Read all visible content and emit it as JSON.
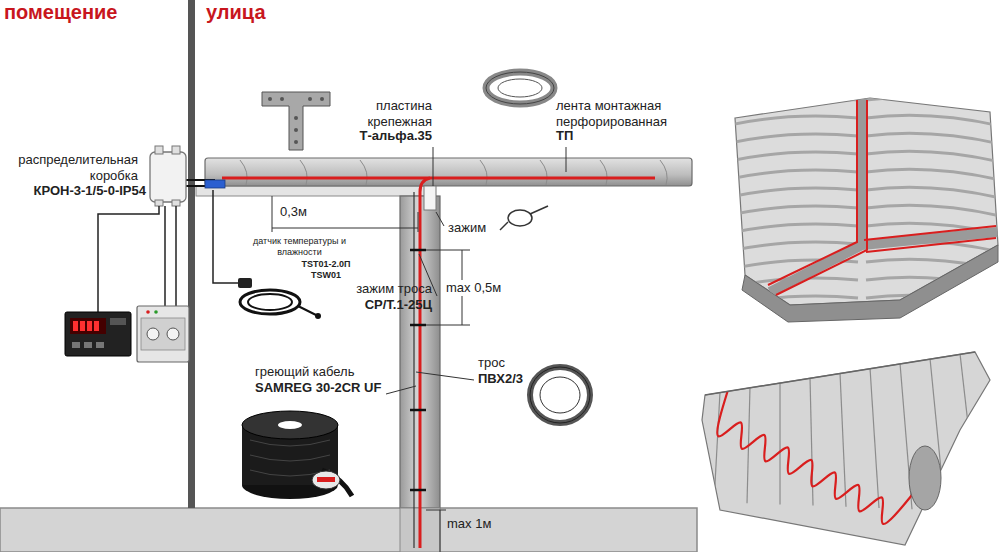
{
  "diagram": {
    "labels": [
      "помещение",
      "улица",
      "распределительная коробка",
      "КРОН-3-1/5-0-IP54",
      "пластина крепежная",
      "Т-альфа.35",
      "лента монтажная перфорированная",
      "ТП",
      "0,3м",
      "зажим",
      "датчик температуры и влажности",
      "TST01-2.0П TSW01",
      "зажим троса",
      "CP/T.1-25Ц",
      "max 0,5м",
      "греющий кабель",
      "SAMREG 30-2CR UF",
      "трос",
      "ПВХ2/3",
      "max 1м"
    ]
  }
}
